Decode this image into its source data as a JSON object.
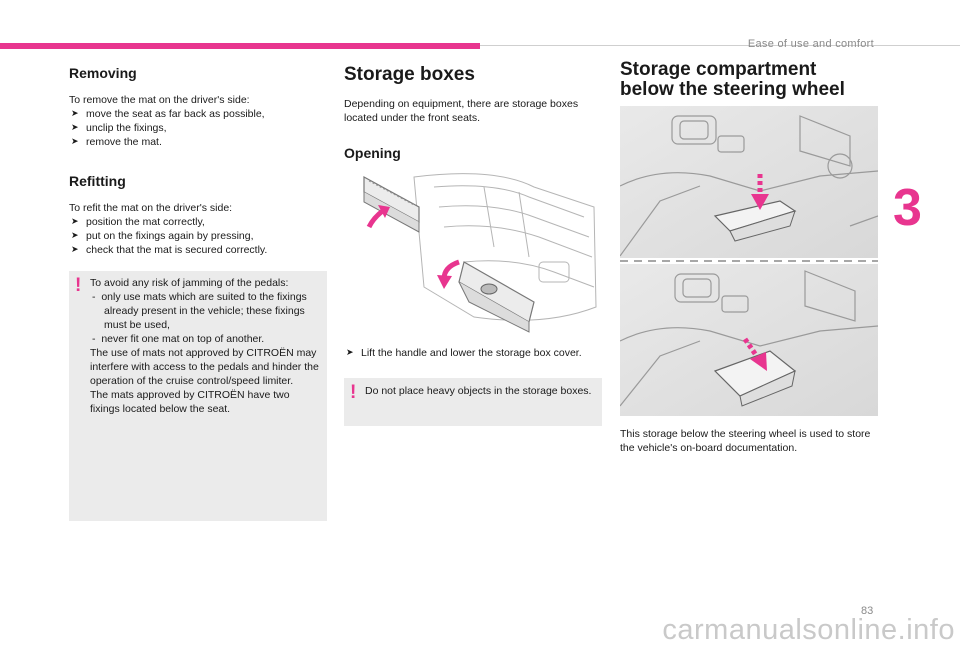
{
  "header": {
    "section": "Ease of use and comfort",
    "chapter": "3",
    "page_number": "83"
  },
  "watermark": "carmanualsonline.info",
  "colors": {
    "accent": "#e8358f",
    "panel": "#ebebeb",
    "text": "#1a1a1a"
  },
  "removing": {
    "title": "Removing",
    "intro": "To remove the mat on the driver's side:",
    "steps": [
      "move the seat as far back as possible,",
      "unclip the fixings,",
      "remove the mat."
    ]
  },
  "refitting": {
    "title": "Refitting",
    "intro": "To refit the mat on the driver's side:",
    "steps": [
      "position the mat correctly,",
      "put on the fixings again by pressing,",
      "check that the mat is secured correctly."
    ]
  },
  "mat_warning": {
    "lead": "To avoid any risk of jamming of the pedals:",
    "dash1": "only use mats which are suited to the fixings already present in the vehicle; these fixings must be used,",
    "dash2": "never fit one mat on top of another.",
    "body1": "The use of mats not approved by CITROËN may interfere with access to the pedals and hinder the operation of the cruise control/speed limiter.",
    "body2": "The mats approved by CITROËN have two fixings located below the seat."
  },
  "storage_boxes": {
    "title": "Storage boxes",
    "intro": "Depending on equipment, there are storage boxes located under the front seats.",
    "opening_title": "Opening",
    "step": "Lift the handle and lower the storage box cover.",
    "warning": "Do not place heavy objects in the storage boxes."
  },
  "steering_compartment": {
    "title_line1": "Storage compartment",
    "title_line2": "below the steering wheel",
    "text": "This storage below the steering wheel is used to store the vehicle's on-board documentation."
  },
  "icons": {
    "bullet": "bullet-arrow-icon",
    "warning": "warning-exclamation-icon"
  }
}
